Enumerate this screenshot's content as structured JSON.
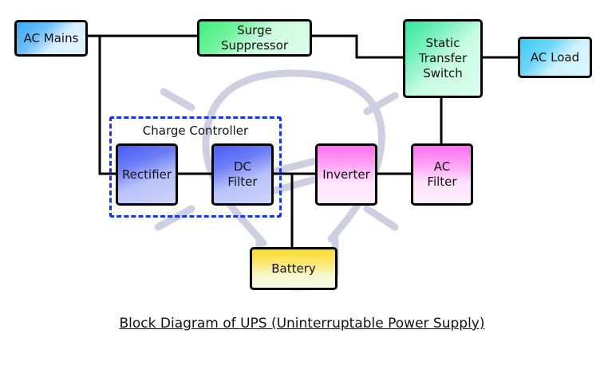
{
  "diagram": {
    "title": "Block Diagram of UPS (Uninterruptable Power Supply)",
    "group_label": "Charge Controller",
    "blocks": {
      "ac_mains": "AC Mains",
      "surge_suppressor": "Surge\nSuppressor",
      "static_transfer_switch": "Static\nTransfer\nSwitch",
      "ac_load": "AC Load",
      "rectifier": "Rectifier",
      "dc_filter": "DC\nFilter",
      "inverter": "Inverter",
      "ac_filter": "AC\nFilter",
      "battery": "Battery"
    },
    "connections": [
      [
        "AC Mains",
        "Surge Suppressor"
      ],
      [
        "Surge Suppressor",
        "Static Transfer Switch"
      ],
      [
        "Static Transfer Switch",
        "AC Load"
      ],
      [
        "AC Mains",
        "Rectifier"
      ],
      [
        "Rectifier",
        "DC Filter"
      ],
      [
        "DC Filter",
        "Inverter"
      ],
      [
        "DC Filter",
        "Battery"
      ],
      [
        "Inverter",
        "AC Filter"
      ],
      [
        "AC Filter",
        "Static Transfer Switch"
      ]
    ],
    "colors": {
      "group_border": "#1232ff",
      "wire": "#000000",
      "watermark": "#cfcfe2"
    },
    "watermark_icon": "lightbulb-icon"
  }
}
